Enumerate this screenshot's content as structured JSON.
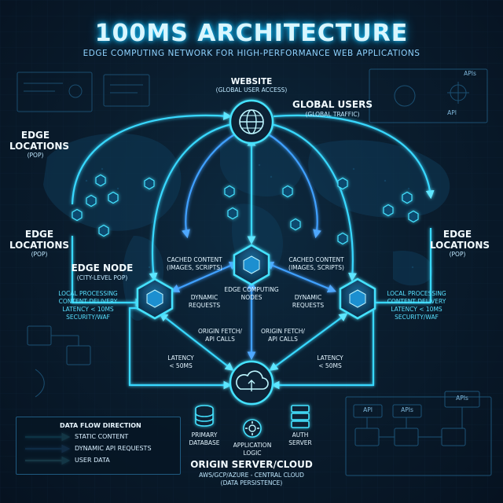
{
  "title": "100MS ARCHITECTURE",
  "subtitle": "EDGE COMPUTING NETWORK FOR HIGH-PERFORMANCE WEB APPLICATIONS",
  "website": {
    "label": "WEBSITE",
    "sub": "(GLOBAL USER ACCESS)"
  },
  "global_users": {
    "label": "GLOBAL USERS",
    "sub": "(GLOBAL TRAFFIC)"
  },
  "edge_locations_top_left": {
    "label1": "EDGE",
    "label2": "LOCATIONS",
    "sub": "(POP)"
  },
  "edge_locations_mid_left": {
    "label1": "EDGE",
    "label2": "LOCATIONS",
    "sub": "(POP)"
  },
  "edge_locations_right": {
    "label1": "EDGE",
    "label2": "LOCATIONS",
    "sub": "(POP)"
  },
  "edge_node": {
    "label": "EDGE NODE",
    "sub": "(CITY-LEVEL POP)"
  },
  "left_node_details": [
    "LOCAL PROCESSING",
    "CONTENT DELIVERY",
    "LATENCY < 10MS",
    "SECURITY/WAF"
  ],
  "right_node_details": [
    "LOCAL PROCESSING",
    "CONTENT DELIVERY",
    "LATENCY < 10MS",
    "SECURITY/WAF"
  ],
  "cached_left": [
    "CACHED CONTENT",
    "(IMAGES, SCRIPTS)"
  ],
  "cached_right": [
    "CACHED CONTENT",
    "(IMAGES, SCRIPTS)"
  ],
  "edge_computing_nodes": [
    "EDGE COMPUTING",
    "NODES"
  ],
  "dynamic_left": [
    "DYNAMIC",
    "REQUESTS"
  ],
  "dynamic_right": [
    "DYNAMIC",
    "REQUESTS"
  ],
  "origin_fetch_left": [
    "ORIGIN FETCH/",
    "API CALLS"
  ],
  "origin_fetch_right": [
    "ORIGIN FETCH/",
    "API CALLS"
  ],
  "latency_left": [
    "LATENCY",
    "< 50MS"
  ],
  "latency_right": [
    "LATENCY",
    "< 50MS"
  ],
  "primary_database": [
    "PRIMARY",
    "DATABASE"
  ],
  "application_logic": [
    "APPLICATION",
    "LOGIC"
  ],
  "auth_server": [
    "AUTH",
    "SERVER"
  ],
  "origin": {
    "label": "ORIGIN SERVER/CLOUD",
    "sub1": "AWS/GCP/AZURE - CENTRAL CLOUD",
    "sub2": "(DATA PERSISTENCE)"
  },
  "legend": {
    "title": "DATA FLOW DIRECTION",
    "items": [
      {
        "label": "STATIC CONTENT",
        "color": "#39d8ff"
      },
      {
        "label": "DYNAMIC API REQUESTS",
        "color": "#3fa0ff"
      },
      {
        "label": "USER DATA",
        "color": "#6ff0ff"
      }
    ]
  },
  "top_right_panel": {
    "apis": "APIs",
    "api": "API"
  },
  "bottom_right_panel": {
    "api": "API",
    "apis1": "APIs",
    "apis2": "APIs"
  },
  "colors": {
    "accent": "#2fe0ff",
    "glow": "#19c6ff",
    "background": "#071421",
    "blue": "#3fa0ff"
  }
}
